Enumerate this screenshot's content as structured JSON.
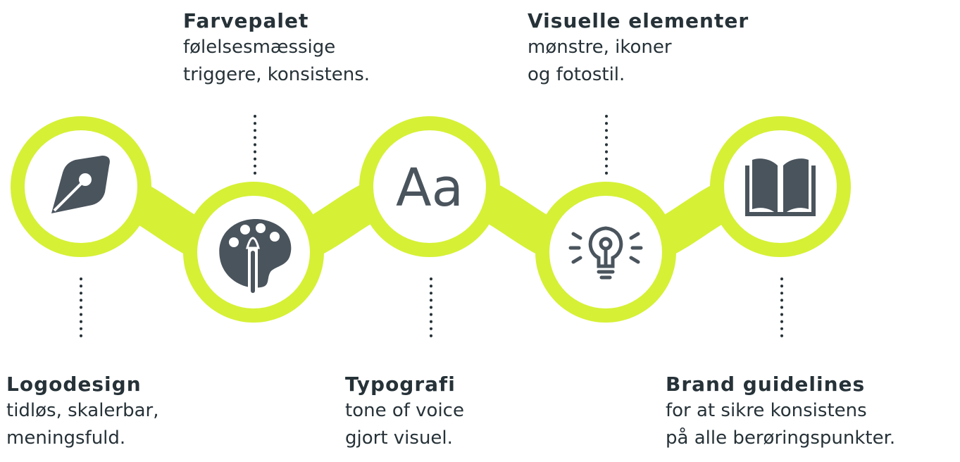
{
  "colors": {
    "accent": "#D6F035",
    "icon": "#4A545D",
    "text": "#263238",
    "connector": "#263238"
  },
  "steps": [
    {
      "title": "Logodesign",
      "lines": [
        "tidløs, skalerbar,",
        "meningsfuld."
      ],
      "icon": "pen-nib-icon"
    },
    {
      "title": "Farvepalet",
      "lines": [
        "følelsesmæssige",
        "triggere, konsistens."
      ],
      "icon": "palette-icon"
    },
    {
      "title": "Typografi",
      "lines": [
        "tone of voice",
        "gjort visuel."
      ],
      "icon": "typography-icon",
      "icon_text": "Aa"
    },
    {
      "title": "Visuelle elementer",
      "lines": [
        "mønstre, ikoner",
        "og fotostil."
      ],
      "icon": "lightbulb-icon"
    },
    {
      "title": "Brand guidelines",
      "lines": [
        "for at sikre konsistens",
        "på alle berøringspunkter."
      ],
      "icon": "book-icon"
    }
  ]
}
